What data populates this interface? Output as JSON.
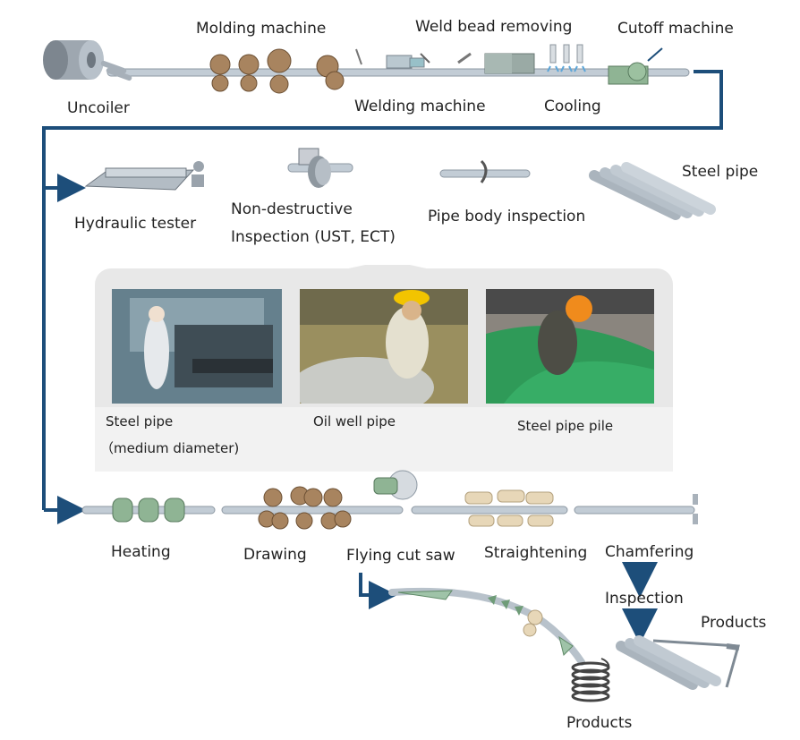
{
  "labels": {
    "uncoiler": "Uncoiler",
    "molding_machine": "Molding machine",
    "weld_bead_removing": "Weld bead removing",
    "welding_machine": "Welding machine",
    "cutoff_machine": "Cutoff machine",
    "cooling": "Cooling",
    "hydraulic_tester": "Hydraulic tester",
    "non_destructive_1": "Non-destructive",
    "non_destructive_2": "Inspection (UST, ECT)",
    "pipe_body_inspection": "Pipe body inspection",
    "steel_pipe": "Steel pipe",
    "heating": "Heating",
    "drawing": "Drawing",
    "flying_cut_saw": "Flying cut saw",
    "straightening": "Straightening",
    "chamfering": "Chamfering",
    "inspection": "Inspection",
    "products_right": "Products",
    "products_bottom": "Products"
  },
  "photos": {
    "photo1_caption_1": "Steel pipe",
    "photo1_caption_2": "（medium diameter)",
    "photo2_caption": "Oil well pipe",
    "photo3_caption": "Steel pipe pile"
  },
  "colors": {
    "flow_line": "#1d4e7a",
    "pipe": "#b9c3cc",
    "roller": "#a8845f",
    "heater": "#8fb494",
    "straightener": "#e7d7b8"
  }
}
